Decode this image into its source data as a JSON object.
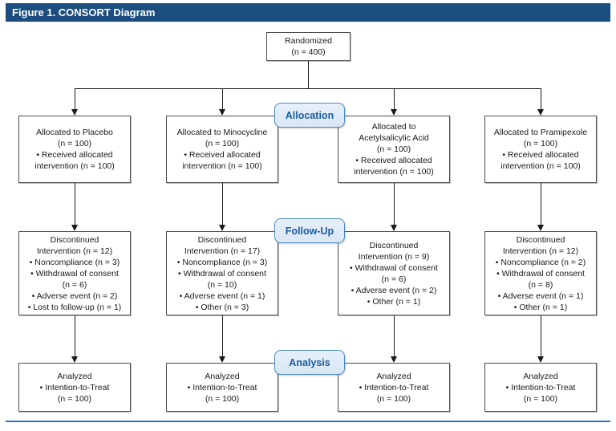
{
  "title_bar": {
    "label": "Figure 1. CONSORT Diagram"
  },
  "diagram": {
    "randomized": {
      "text": "Randomized\n(n = 400)"
    },
    "stages": [
      {
        "label": "Allocation"
      },
      {
        "label": "Follow-Up"
      },
      {
        "label": "Analysis"
      }
    ],
    "arms": [
      {
        "name": "Placebo",
        "allocation": "Allocated to Placebo\n(n = 100)\n• Received allocated\nintervention (n = 100)",
        "follow_up": "Discontinued\nIntervention (n = 12)\n• Noncompliance (n = 3)\n• Withdrawal of consent\n(n = 6)\n• Adverse event (n = 2)\n• Lost to follow-up (n = 1)",
        "analysis": "Analyzed\n• Intention-to-Treat\n(n = 100)"
      },
      {
        "name": "Minocycline",
        "allocation": "Allocated to Minocycline\n(n = 100)\n• Received allocated\nintervention (n = 100)",
        "follow_up": "Discontinued\nIntervention (n = 17)\n• Noncompliance (n = 3)\n• Withdrawal of consent\n(n = 10)\n• Adverse event (n = 1)\n• Other (n = 3)",
        "analysis": "Analyzed\n• Intention-to-Treat\n(n = 100)"
      },
      {
        "name": "Acetylsalicylic Acid",
        "allocation": "Allocated to\nAcetylsalicylic Acid\n(n = 100)\n• Received allocated\nintervention (n = 100)",
        "follow_up": "Discontinued\nIntervention (n = 9)\n• Withdrawal of consent\n(n = 6)\n• Adverse event (n = 2)\n• Other (n = 1)",
        "analysis": "Analyzed\n• Intention-to-Treat\n(n = 100)"
      },
      {
        "name": "Pramipexole",
        "allocation": "Allocated to Pramipexole\n(n = 100)\n• Received allocated\nintervention (n = 100)",
        "follow_up": "Discontinued\nIntervention (n = 12)\n• Noncompliance (n = 2)\n• Withdrawal of consent\n(n = 8)\n• Adverse event (n = 1)\n• Other (n = 1)",
        "analysis": "Analyzed\n• Intention-to-Treat\n(n = 100)"
      }
    ]
  },
  "colors": {
    "title_bar_bg": "#1b4e7f",
    "title_text": "#ffffff",
    "badge_fill": "#d9e6f4",
    "badge_border": "#4e8ac2",
    "badge_text": "#1a5c9e",
    "box_border": "#4d4d4d",
    "arrow": "#1a1a1a",
    "bottom_rule": "#2e74b5"
  }
}
